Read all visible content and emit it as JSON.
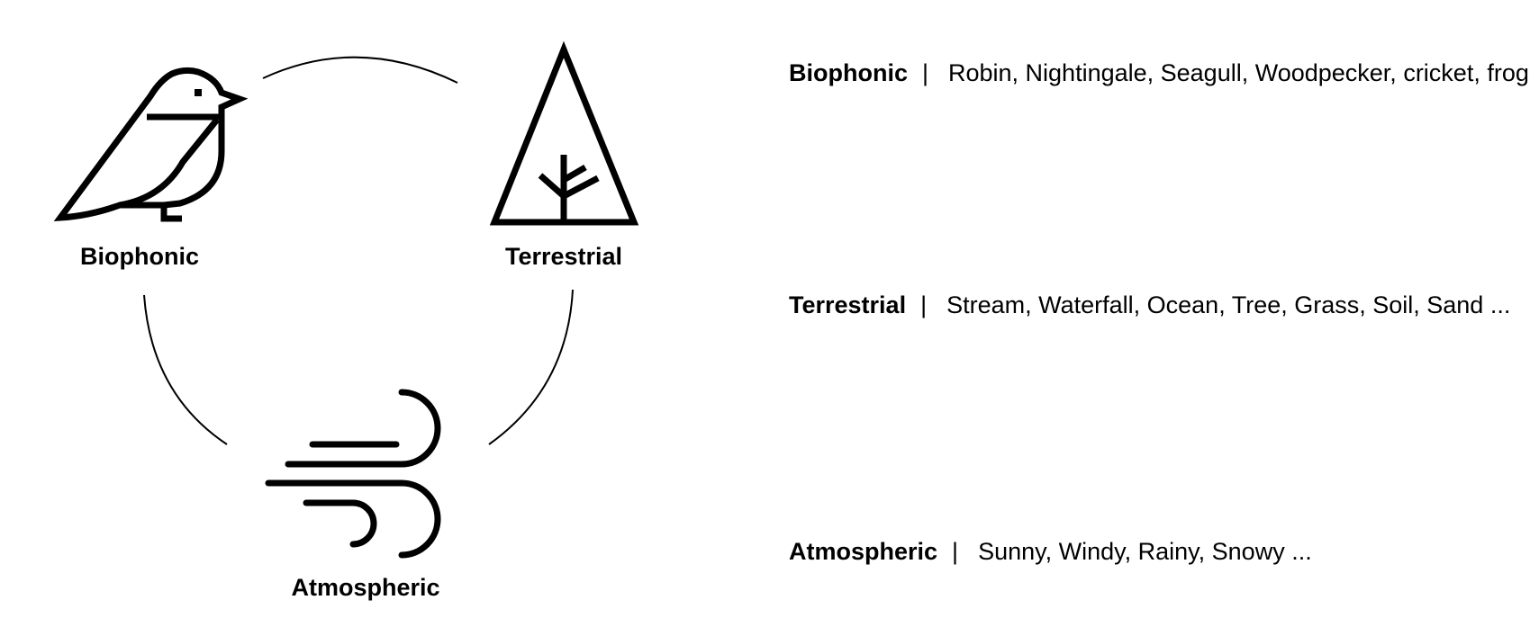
{
  "diagram": {
    "nodes": [
      {
        "label": "Biophonic",
        "icon": "bird-icon"
      },
      {
        "label": "Terrestrial",
        "icon": "tree-icon"
      },
      {
        "label": "Atmospheric",
        "icon": "wind-icon"
      }
    ],
    "stroke_color": "#000000"
  },
  "legend": [
    {
      "term": "Biophonic",
      "separator": "|",
      "examples": "Robin, Nightingale, Seagull, Woodpecker, cricket, frog..."
    },
    {
      "term": "Terrestrial",
      "separator": "|",
      "examples": "Stream, Waterfall, Ocean, Tree, Grass, Soil, Sand ..."
    },
    {
      "term": "Atmospheric",
      "separator": "|",
      "examples": "Sunny, Windy, Rainy, Snowy ..."
    }
  ]
}
